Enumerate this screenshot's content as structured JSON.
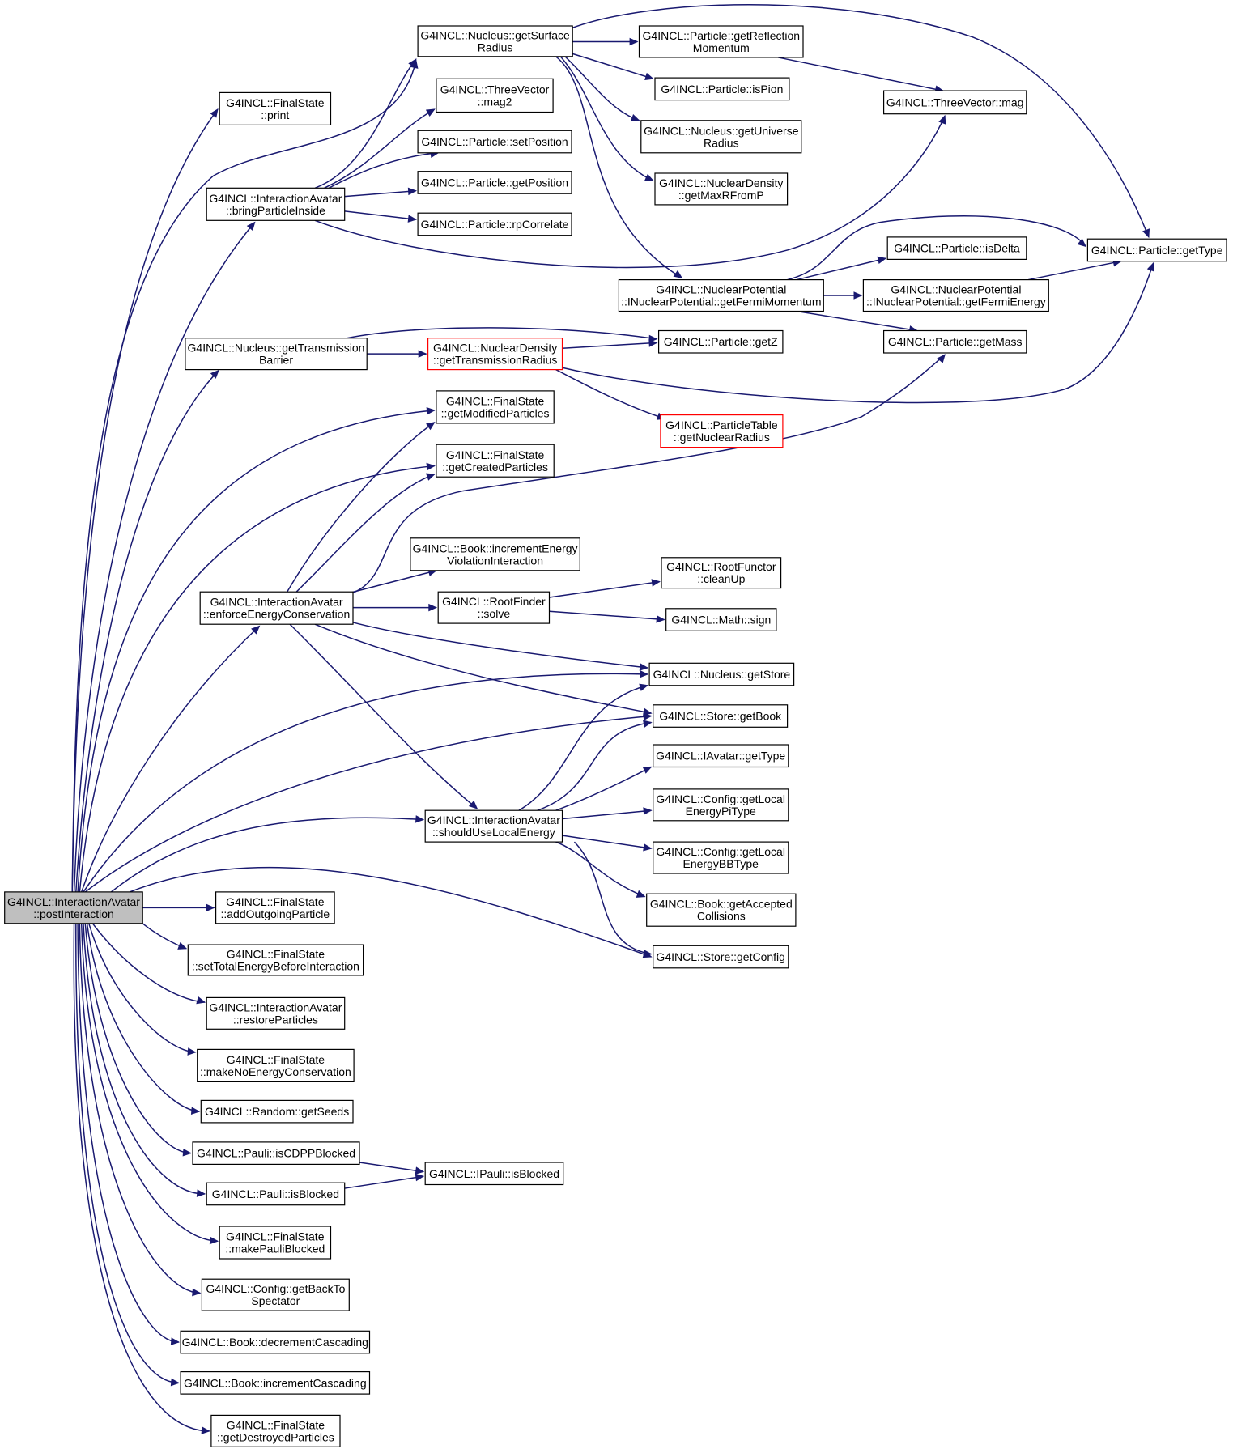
{
  "graph": {
    "edge_color": "#191970",
    "root_fill": "#bfbfbf",
    "highlight_border_color": "#ff0000",
    "nodes": [
      {
        "id": "postInteraction",
        "lines": [
          "G4INCL::InteractionAvatar",
          "::postInteraction"
        ],
        "style": "root"
      },
      {
        "id": "getSurfaceRadius",
        "lines": [
          "G4INCL::Nucleus::getSurface",
          "Radius"
        ]
      },
      {
        "id": "getReflectionMomentum",
        "lines": [
          "G4INCL::Particle::getReflection",
          "Momentum"
        ]
      },
      {
        "id": "isPion",
        "lines": [
          "G4INCL::Particle::isPion"
        ]
      },
      {
        "id": "getUniverseRadius",
        "lines": [
          "G4INCL::Nucleus::getUniverse",
          "Radius"
        ]
      },
      {
        "id": "getMaxRFromP",
        "lines": [
          "G4INCL::NuclearDensity",
          "::getMaxRFromP"
        ]
      },
      {
        "id": "fsPrint",
        "lines": [
          "G4INCL::FinalState",
          "::print"
        ]
      },
      {
        "id": "mag2",
        "lines": [
          "G4INCL::ThreeVector",
          "::mag2"
        ]
      },
      {
        "id": "setPosition",
        "lines": [
          "G4INCL::Particle::setPosition"
        ]
      },
      {
        "id": "getPosition",
        "lines": [
          "G4INCL::Particle::getPosition"
        ]
      },
      {
        "id": "rpCorrelate",
        "lines": [
          "G4INCL::Particle::rpCorrelate"
        ]
      },
      {
        "id": "bringParticleInside",
        "lines": [
          "G4INCL::InteractionAvatar",
          "::bringParticleInside"
        ]
      },
      {
        "id": "mag",
        "lines": [
          "G4INCL::ThreeVector::mag"
        ]
      },
      {
        "id": "getType",
        "lines": [
          "G4INCL::Particle::getType"
        ]
      },
      {
        "id": "isDelta",
        "lines": [
          "G4INCL::Particle::isDelta"
        ]
      },
      {
        "id": "getFermiMomentum",
        "lines": [
          "G4INCL::NuclearPotential",
          "::INuclearPotential::getFermiMomentum"
        ]
      },
      {
        "id": "getFermiEnergy",
        "lines": [
          "G4INCL::NuclearPotential",
          "::INuclearPotential::getFermiEnergy"
        ]
      },
      {
        "id": "getTransmissionBarrier",
        "lines": [
          "G4INCL::Nucleus::getTransmission",
          "Barrier"
        ]
      },
      {
        "id": "getTransmissionRadius",
        "lines": [
          "G4INCL::NuclearDensity",
          "::getTransmissionRadius"
        ],
        "style": "red"
      },
      {
        "id": "getZ",
        "lines": [
          "G4INCL::Particle::getZ"
        ]
      },
      {
        "id": "getMass",
        "lines": [
          "G4INCL::Particle::getMass"
        ]
      },
      {
        "id": "getModifiedParticles",
        "lines": [
          "G4INCL::FinalState",
          "::getModifiedParticles"
        ]
      },
      {
        "id": "getNuclearRadius",
        "lines": [
          "G4INCL::ParticleTable",
          "::getNuclearRadius"
        ],
        "style": "red"
      },
      {
        "id": "getCreatedParticles",
        "lines": [
          "G4INCL::FinalState",
          "::getCreatedParticles"
        ]
      },
      {
        "id": "incrementEnergyViolation",
        "lines": [
          "G4INCL::Book::incrementEnergy",
          "ViolationInteraction"
        ]
      },
      {
        "id": "rootFunctorCleanUp",
        "lines": [
          "G4INCL::RootFunctor",
          "::cleanUp"
        ]
      },
      {
        "id": "enforceEnergyConservation",
        "lines": [
          "G4INCL::InteractionAvatar",
          "::enforceEnergyConservation"
        ]
      },
      {
        "id": "rootFinderSolve",
        "lines": [
          "G4INCL::RootFinder",
          "::solve"
        ]
      },
      {
        "id": "mathSign",
        "lines": [
          "G4INCL::Math::sign"
        ]
      },
      {
        "id": "getStore",
        "lines": [
          "G4INCL::Nucleus::getStore"
        ]
      },
      {
        "id": "getBook",
        "lines": [
          "G4INCL::Store::getBook"
        ]
      },
      {
        "id": "iavatarGetType",
        "lines": [
          "G4INCL::IAvatar::getType"
        ]
      },
      {
        "id": "getLocalEnergyPiType",
        "lines": [
          "G4INCL::Config::getLocal",
          "EnergyPiType"
        ]
      },
      {
        "id": "shouldUseLocalEnergy",
        "lines": [
          "G4INCL::InteractionAvatar",
          "::shouldUseLocalEnergy"
        ]
      },
      {
        "id": "getLocalEnergyBBType",
        "lines": [
          "G4INCL::Config::getLocal",
          "EnergyBBType"
        ]
      },
      {
        "id": "getAcceptedCollisions",
        "lines": [
          "G4INCL::Book::getAccepted",
          "Collisions"
        ]
      },
      {
        "id": "addOutgoingParticle",
        "lines": [
          "G4INCL::FinalState",
          "::addOutgoingParticle"
        ]
      },
      {
        "id": "getConfig",
        "lines": [
          "G4INCL::Store::getConfig"
        ]
      },
      {
        "id": "setTotalEnergyBeforeInteraction",
        "lines": [
          "G4INCL::FinalState",
          "::setTotalEnergyBeforeInteraction"
        ]
      },
      {
        "id": "restoreParticles",
        "lines": [
          "G4INCL::InteractionAvatar",
          "::restoreParticles"
        ]
      },
      {
        "id": "makeNoEnergyConservation",
        "lines": [
          "G4INCL::FinalState",
          "::makeNoEnergyConservation"
        ]
      },
      {
        "id": "getSeeds",
        "lines": [
          "G4INCL::Random::getSeeds"
        ]
      },
      {
        "id": "isCDPPBlocked",
        "lines": [
          "G4INCL::Pauli::isCDPPBlocked"
        ]
      },
      {
        "id": "ipauliIsBlocked",
        "lines": [
          "G4INCL::IPauli::isBlocked"
        ]
      },
      {
        "id": "pauliIsBlocked",
        "lines": [
          "G4INCL::Pauli::isBlocked"
        ]
      },
      {
        "id": "makePauliBlocked",
        "lines": [
          "G4INCL::FinalState",
          "::makePauliBlocked"
        ]
      },
      {
        "id": "getBackToSpectator",
        "lines": [
          "G4INCL::Config::getBackTo",
          "Spectator"
        ]
      },
      {
        "id": "decrementCascading",
        "lines": [
          "G4INCL::Book::decrementCascading"
        ]
      },
      {
        "id": "incrementCascading",
        "lines": [
          "G4INCL::Book::incrementCascading"
        ]
      },
      {
        "id": "getDestroyedParticles",
        "lines": [
          "G4INCL::FinalState",
          "::getDestroyedParticles"
        ]
      }
    ]
  }
}
